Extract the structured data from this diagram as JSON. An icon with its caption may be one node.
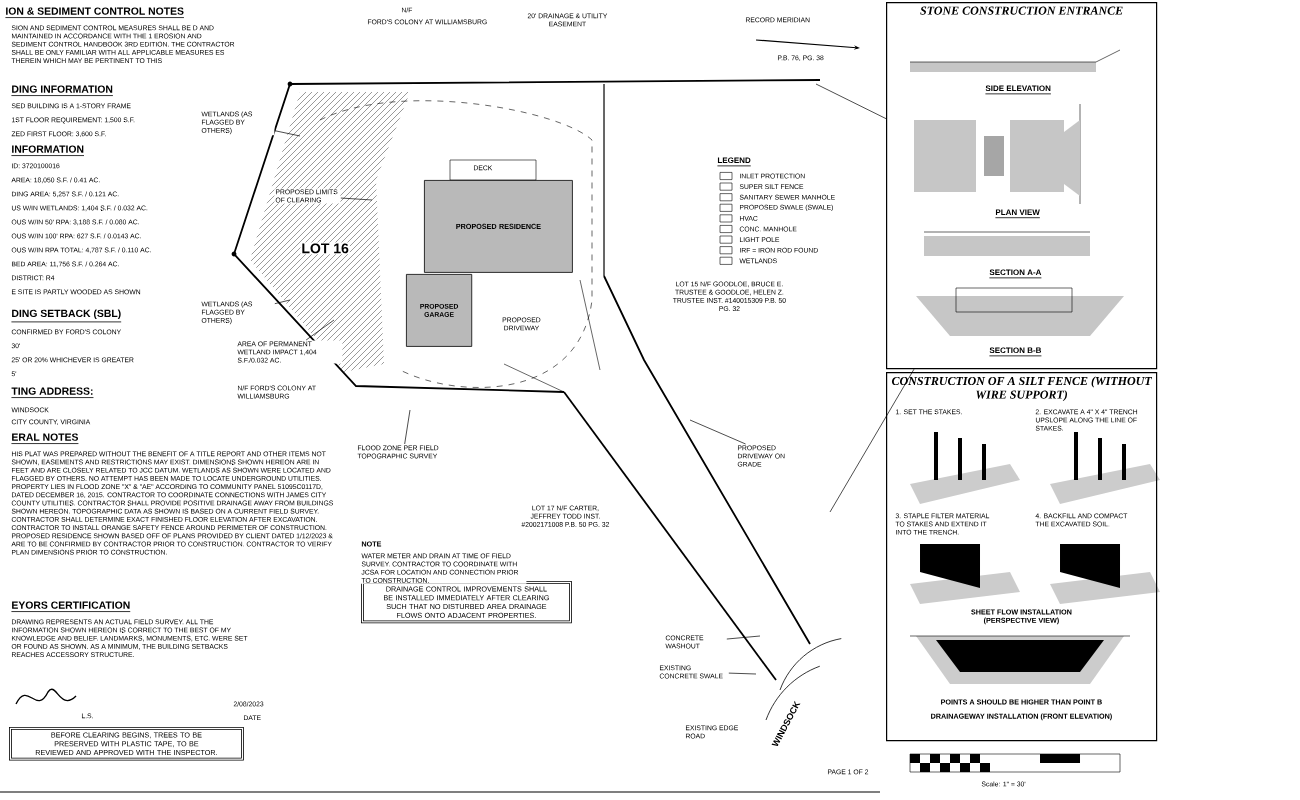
{
  "diagram": {
    "nodes": [
      {
        "text": [
          "WETLANDS (AS FLAGGED BY OTHERS)"
        ]
      },
      {
        "text": [
          "PROPOSED LIMITS OF CLEARING"
        ]
      },
      {
        "text": [
          "PROPOSED RESIDENCE"
        ]
      },
      {
        "text": [
          "PROPOSED GARAGE"
        ]
      },
      {
        "text": [
          "WETLANDS (AS FLAGGED BY OTHERS)"
        ]
      },
      {
        "text": [
          "AREA OF PERMANENT WETLAND IMPACT 1,404 S.F./0.032 AC."
        ]
      },
      {
        "text": [
          "FLOOD ZONE PER FIELD TOPOGRAPHIC SURVEY"
        ]
      },
      {
        "text": [
          "DRAINAGE CONTROL IMPROVEMENTS SHALL BE INSTALLED IMMEDIATELY AFTER CLEARING SUCH THAT NO DISTURBED AREA DRAINAGE FLOWS ONTO ADJACENT PROPERTIES."
        ]
      },
      {
        "text": [
          "PROPOSED DRIVEWAY ON GRADE"
        ]
      },
      {
        "text": [
          "CONCRETE WASHOUT"
        ]
      },
      {
        "text": [
          "EXISTING CONCRETE SWALE"
        ]
      },
      {
        "text": [
          "STONE CONSTRUCTION ENTRANCE"
        ]
      },
      {
        "text": [
          "CONSTRUCTION OF A SILT FENCE (WITHOUT WIRE SUPPORT)"
        ]
      },
      {
        "text": [
          "BEFORE CLEARING BEGINS, TREES TO BE PRESERVED WITH PLASTIC TAPE, TO BE REVIEWED AND APPROVED WITH THE INSPECTOR."
        ]
      }
    ],
    "edges": [
      {
        "from": 0,
        "to": null,
        "arrow": "none"
      },
      {
        "from": 1,
        "to": null,
        "arrow": "none"
      },
      {
        "from": 4,
        "to": null,
        "arrow": "none"
      },
      {
        "from": 5,
        "to": null,
        "arrow": "none"
      },
      {
        "from": 6,
        "to": null,
        "arrow": "none"
      },
      {
        "from": 8,
        "to": null,
        "arrow": "none"
      },
      {
        "from": 9,
        "to": null,
        "arrow": "none"
      },
      {
        "from": 10,
        "to": null,
        "arrow": "none"
      },
      {
        "from": 11,
        "to": null,
        "arrow": "none"
      },
      {
        "from": 11,
        "to": null,
        "arrow": "none"
      }
    ],
    "labels": [
      "ION & SEDIMENT CONTROL NOTES",
      "SION AND SEDIMENT CONTROL MEASURES SHALL BE D AND MAINTAINED IN ACCORDANCE WITH THE 1 EROSION AND SEDIMENT CONTROL HANDBOOK 3RD EDITION. THE CONTRACTOR SHALL BE ONLY FAMILIAR WITH ALL APPLICABLE MEASURES ES THEREIN WHICH MAY BE PERTINENT TO THIS",
      "DING INFORMATION",
      "SED BUILDING IS A 1-STORY FRAME",
      "1ST FLOOR REQUIREMENT: 1,500 S.F.",
      "ZED FIRST FLOOR: 3,600 S.F.",
      "INFORMATION",
      "ID: 3720100016",
      "AREA: 18,050 S.F. / 0.41 AC.",
      "DING AREA: 5,257 S.F. / 0.121 AC.",
      "US W/IN WETLANDS: 1,404 S.F. / 0.032 AC.",
      "OUS W/IN 50' RPA: 3,188 S.F. / 0.080 AC.",
      "OUS W/IN 100' RPA: 627 S.F. / 0.0143 AC.",
      "OUS W/IN RPA TOTAL: 4,787 S.F. / 0.110 AC.",
      "BED AREA: 11,756 S.F. / 0.264 AC.",
      "DISTRICT: R4",
      "E SITE IS PARTLY WOODED AS SHOWN",
      "DING SETBACK (SBL)",
      "CONFIRMED BY FORD'S COLONY",
      "30'",
      "25' OR 20% WHICHEVER IS GREATER",
      "5'",
      "TING ADDRESS:",
      "WINDSOCK",
      "CITY COUNTY, VIRGINIA",
      "ERAL NOTES",
      "HIS PLAT WAS PREPARED WITHOUT THE BENEFIT OF A TITLE REPORT AND OTHER ITEMS NOT SHOWN, EASEMENTS AND RESTRICTIONS MAY EXIST. DIMENSIONS SHOWN HEREON ARE IN FEET AND ARE CLOSELY RELATED TO JCC DATUM. WETLANDS AS SHOWN WERE LOCATED AND FLAGGED BY OTHERS. NO ATTEMPT HAS BEEN MADE TO LOCATE UNDERGROUND UTILITIES. PROPERTY LIES IN FLOOD ZONE \"X\" & \"AE\" ACCORDING TO COMMUNITY PANEL 51095C0117D, DATED DECEMBER 16, 2015. CONTRACTOR TO COORDINATE CONNECTIONS WITH JAMES CITY COUNTY UTILITIES. CONTRACTOR SHALL PROVIDE POSITIVE DRAINAGE AWAY FROM BUILDINGS SHOWN HEREON. TOPOGRAPHIC DATA AS SHOWN IS BASED ON A CURRENT FIELD SURVEY. CONTRACTOR SHALL DETERMINE EXACT FINISHED FLOOR ELEVATION AFTER EXCAVATION. CONTRACTOR TO INSTALL ORANGE SAFETY FENCE AROUND PERIMETER OF CONSTRUCTION. PROPOSED RESIDENCE SHOWN BASED OFF OF PLANS PROVIDED BY CLIENT DATED 1/12/2023 & ARE TO BE CONFIRMED BY CONTRACTOR PRIOR TO CONSTRUCTION. CONTRACTOR TO VERIFY PLAN DIMENSIONS PRIOR TO CONSTRUCTION.",
      "EYORS CERTIFICATION",
      "DRAWING REPRESENTS AN ACTUAL FIELD SURVEY. ALL THE INFORMATION SHOWN HEREON IS CORRECT TO THE BEST OF MY KNOWLEDGE AND BELIEF. LANDMARKS, MONUMENTS, ETC. WERE SET OR FOUND AS SHOWN. AS A MINIMUM, THE BUILDING SETBACKS REACHES ACCESSORY STRUCTURE.",
      "L.S.",
      "2/08/2023",
      "DATE",
      "N/F",
      "FORD'S COLONY AT WILLIAMSBURG",
      "20' DRAINAGE & UTILITY EASEMENT",
      "RECORD MERIDIAN",
      "P.B. 76, PG. 38",
      "DECK",
      "LOT 16",
      "PROPOSED DRIVEWAY",
      "LOT 15 N/F GOODLOE, BRUCE E. TRUSTEE & GOODLOE, HELEN Z. TRUSTEE INST. #140015309 P.B. 50 PG. 32",
      "N/F FORD'S COLONY AT WILLIAMSBURG",
      "LOT 17 N/F CARTER, JEFFREY TODD INST. #2002171008 P.B. 50 PG. 32",
      "NOTE",
      "WATER METER AND DRAIN AT TIME OF FIELD SURVEY. CONTRACTOR TO COORDINATE WITH JCSA FOR LOCATION AND CONNECTION PRIOR TO CONSTRUCTION.",
      "WINDSOCK",
      "EXISTING EDGE ROAD",
      "PAGE 1 OF 2",
      "Scale: 1\" = 30'",
      "SIDE ELEVATION",
      "PLAN VIEW",
      "SECTION A-A",
      "SECTION B-B",
      "1. SET THE STAKES.",
      "2. EXCAVATE A 4\" X 4\" TRENCH UPSLOPE ALONG THE LINE OF STAKES.",
      "3. STAPLE FILTER MATERIAL TO STAKES AND EXTEND IT INTO THE TRENCH.",
      "4. BACKFILL AND COMPACT THE EXCAVATED SOIL.",
      "SHEET FLOW INSTALLATION (PERSPECTIVE VIEW)",
      "POINTS A SHOULD BE HIGHER THAN POINT B",
      "DRAINAGEWAY INSTALLATION (FRONT ELEVATION)",
      "LEGEND"
    ],
    "legend": [
      {
        "text": "INLET PROTECTION"
      },
      {
        "text": "SUPER SILT FENCE"
      },
      {
        "text": "SANITARY SEWER MANHOLE"
      },
      {
        "text": "PROPOSED SWALE (SWALE)"
      },
      {
        "text": "HVAC"
      },
      {
        "text": "CONC. MANHOLE"
      },
      {
        "text": "LIGHT POLE"
      },
      {
        "text": "IRF = IRON ROD FOUND"
      },
      {
        "text": "WETLANDS"
      }
    ]
  }
}
